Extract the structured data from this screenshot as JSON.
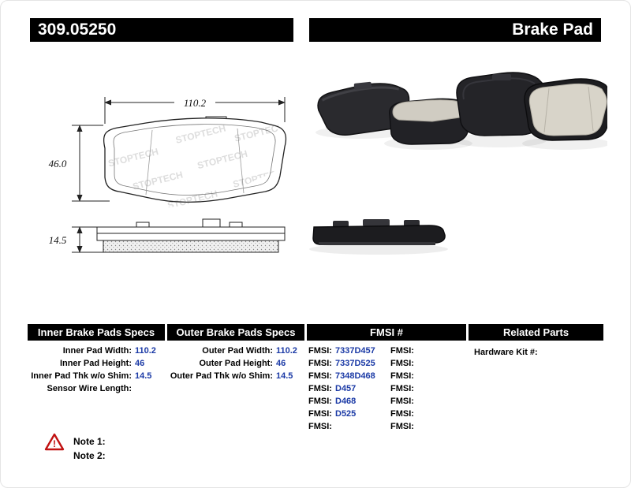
{
  "header": {
    "part_number": "309.05250",
    "product_name": "Brake Pad"
  },
  "drawing": {
    "width_dim": "110.2",
    "height_dim": "46.0",
    "thickness_dim": "14.5",
    "watermark": "STOPTECH"
  },
  "colors": {
    "header_bar": "#000000",
    "value_text": "#1b3aa6",
    "note_red": "#c11212"
  },
  "icons": {
    "warning-icon": "!"
  },
  "specs": {
    "inner": {
      "header": "Inner Brake Pads Specs",
      "rows": [
        {
          "label": "Inner Pad Width:",
          "value": "110.2"
        },
        {
          "label": "Inner Pad Height:",
          "value": "46"
        },
        {
          "label": "Inner Pad Thk w/o Shim:",
          "value": "14.5"
        },
        {
          "label": "Sensor Wire Length:",
          "value": ""
        }
      ]
    },
    "outer": {
      "header": "Outer Brake Pads Specs",
      "rows": [
        {
          "label": "Outer Pad Width:",
          "value": "110.2"
        },
        {
          "label": "Outer Pad Height:",
          "value": "46"
        },
        {
          "label": "Outer Pad Thk w/o Shim:",
          "value": "14.5"
        }
      ]
    },
    "fmsi": {
      "header": "FMSI #",
      "left": [
        {
          "label": "FMSI:",
          "value": "7337D457"
        },
        {
          "label": "FMSI:",
          "value": "7337D525"
        },
        {
          "label": "FMSI:",
          "value": "7348D468"
        },
        {
          "label": "FMSI:",
          "value": "D457"
        },
        {
          "label": "FMSI:",
          "value": "D468"
        },
        {
          "label": "FMSI:",
          "value": "D525"
        },
        {
          "label": "FMSI:",
          "value": ""
        }
      ],
      "right": [
        {
          "label": "FMSI:",
          "value": ""
        },
        {
          "label": "FMSI:",
          "value": ""
        },
        {
          "label": "FMSI:",
          "value": ""
        },
        {
          "label": "FMSI:",
          "value": ""
        },
        {
          "label": "FMSI:",
          "value": ""
        },
        {
          "label": "FMSI:",
          "value": ""
        },
        {
          "label": "FMSI:",
          "value": ""
        }
      ]
    },
    "related": {
      "header": "Related Parts",
      "rows": [
        {
          "label": "Hardware Kit #:",
          "value": ""
        }
      ]
    }
  },
  "notes": {
    "items": [
      {
        "label": "Note 1:"
      },
      {
        "label": "Note 2:"
      }
    ]
  }
}
